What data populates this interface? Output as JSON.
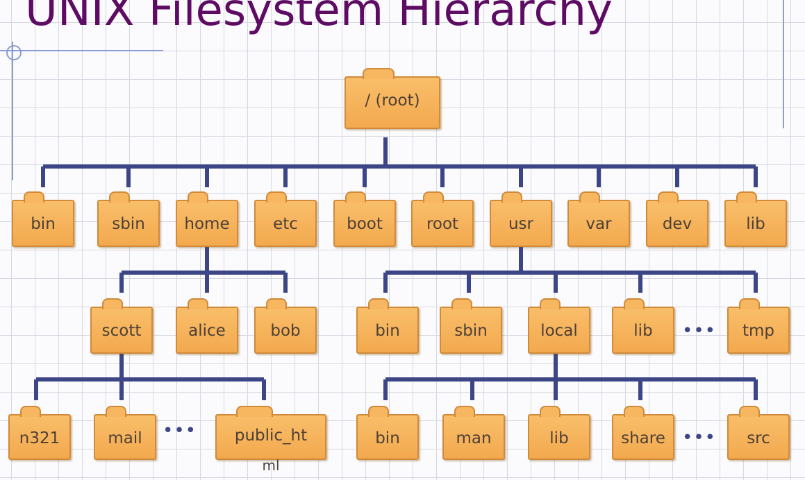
{
  "title": "UNIX Filesystem Hierarchy",
  "root": {
    "label": "/ (root)"
  },
  "level1": [
    "bin",
    "sbin",
    "home",
    "etc",
    "boot",
    "root",
    "usr",
    "var",
    "dev",
    "lib"
  ],
  "home_children": [
    "scott",
    "alice",
    "bob"
  ],
  "usr_children": [
    "bin",
    "sbin",
    "local",
    "lib",
    "tmp"
  ],
  "scott_children": [
    "n321",
    "mail",
    "public_ht",
    "ml"
  ],
  "local_children": [
    "bin",
    "man",
    "lib",
    "share",
    "src"
  ],
  "ellipsis": "•••",
  "colors": {
    "title": "#5e0b63",
    "folder": "#f6b25a",
    "connector": "#3c4585"
  }
}
